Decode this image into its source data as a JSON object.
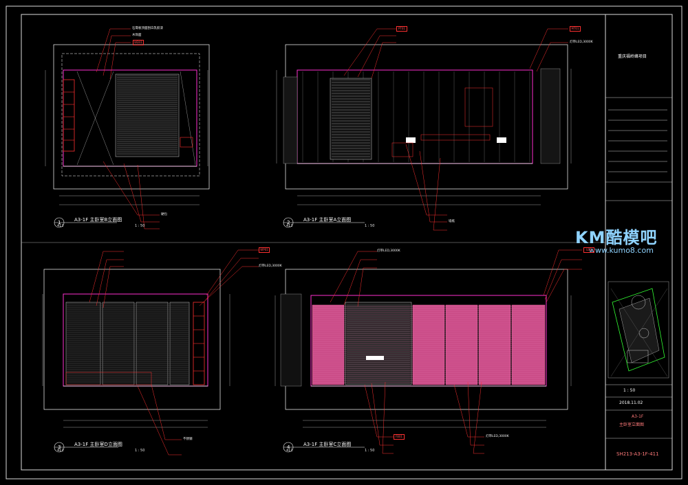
{
  "project_title": "重庆福岭峰项目",
  "scale": "1 : 50",
  "date": "2018.11.02",
  "sheet_area": "A3-1F",
  "sheet_title": "主卧室立面图",
  "sheet_number": "SH213-A3-1F-411",
  "logo_text": "KM酷模吧",
  "logo_url": "www.kumo8.com",
  "views": {
    "v1": {
      "number": "1",
      "ref": "411",
      "title": "A3-1F 主卧室B立面图",
      "scale": "1 : 50"
    },
    "v2": {
      "number": "2",
      "ref": "411",
      "title": "A3-1F 主卧室A立面图",
      "scale": "1 : 50"
    },
    "v3": {
      "number": "3",
      "ref": "411",
      "title": "A3-1F 主卧室D立面图",
      "scale": "1 : 50"
    },
    "v4": {
      "number": "4",
      "ref": "411",
      "title": "A3-1F 主卧室C立面图",
      "scale": "1 : 50"
    }
  },
  "notes": {
    "n1": "石膏板顶面刮白乳胶漆",
    "n2": "木饰面",
    "n3": "灯带LED,3000K",
    "n4": "硬包",
    "n5": "墙纸",
    "n6": "不锈钢",
    "n7": "灯带LED,3000K",
    "n8": "灯带LED,3000K",
    "n9": "灯带LED,3000K"
  },
  "tags": [
    "WD01",
    "PT01",
    "MT01",
    "WP01",
    "LED",
    "FB01"
  ],
  "colors": {
    "frame": "#ffffff",
    "magenta": "#ff2fd0",
    "red": "#ff2a2a",
    "panel": "#c94a86"
  }
}
